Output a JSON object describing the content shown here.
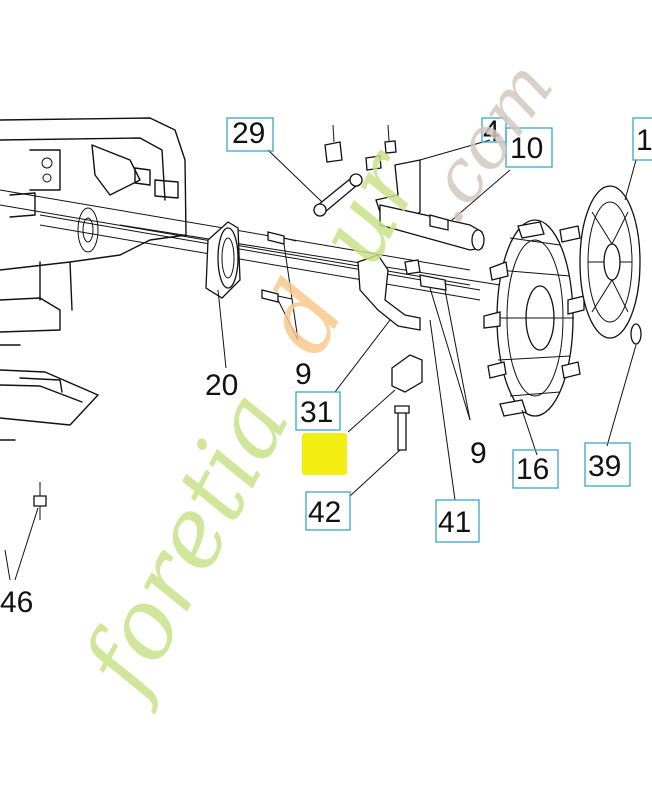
{
  "callouts": {
    "c29": "29",
    "c4": "4",
    "c10": "10",
    "c1": "1",
    "c20": "20",
    "c9a": "9",
    "c31": "31",
    "c9b": "9",
    "c16": "16",
    "c39": "39",
    "c42": "42",
    "c41": "41",
    "c46": "46"
  },
  "watermark": {
    "main": "foretia",
    "mid": "d",
    "tail": "ur",
    "suffix": ".com"
  },
  "colors": {
    "callout_box": "#3aa6c9",
    "highlight": "#f3ee12",
    "watermark_green": "#c8e28a",
    "watermark_orange": "#f7c98d",
    "watermark_gray": "#d3c8be"
  }
}
